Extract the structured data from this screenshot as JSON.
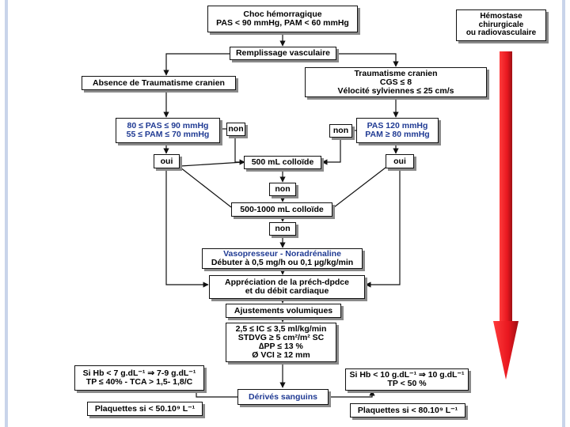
{
  "nodes": {
    "choc": [
      "Choc hémorragique",
      "PAS < 90 mmHg, PAM  < 60 mmHg"
    ],
    "hemostase": [
      "Hémostase",
      "chirurgicale",
      "ou radiovasculaire"
    ],
    "remplissage": [
      "Remplissage vasculaire"
    ],
    "absence_trauma": [
      "Absence de Traumatisme cranien"
    ],
    "trauma": [
      "Traumatisme cranien",
      "CGS ≤ 8",
      "Vélocité sylviennes  ≤ 25 cm/s"
    ],
    "target_left": [
      "80 ≤ PAS ≤ 90 mmHg",
      "55 ≤ PAM ≤ 70 mmHg"
    ],
    "target_right": [
      "PAS 120 mmHg",
      "PAM ≥ 80 mmHg"
    ],
    "non_left": [
      "non"
    ],
    "non_right": [
      "non"
    ],
    "oui_left": [
      "oui"
    ],
    "oui_right": [
      "oui"
    ],
    "colloide_500": [
      "500 mL colloïde"
    ],
    "non_mid1": [
      "non"
    ],
    "colloide_1000": [
      "500-1000 mL colloïde"
    ],
    "non_mid2": [
      "non"
    ],
    "vasopresseur": [
      "Vasopresseur - Noradrénaline",
      "Débuter à 0,5 mg/h ou 0,1 µg/kg/min"
    ],
    "appreciation": [
      "Appréciation de la préch-dpdce",
      "et du débit cardiaque"
    ],
    "ajustements": [
      "Ajustements volumiques"
    ],
    "hemodynamic": [
      "2,5 ≤ IC ≤ 3,5 ml/kg/min",
      "STDVG ≥ 5 cm²/m² SC",
      "∆PP ≤ 13 %",
      "Ø VCI ≥ 12 mm"
    ],
    "hb_left": [
      "Si Hb < 7 g.dL⁻¹ ⇒ 7-9 g.dL⁻¹",
      "TP ≤ 40% - TCA > 1,5- 1,8/C"
    ],
    "derives": [
      "Dérivés sanguins"
    ],
    "hb_right": [
      "Si Hb < 10 g.dL⁻¹ ⇒ 10 g.dL⁻¹",
      "TP < 50 %"
    ],
    "plaq_left": [
      "Plaquettes si < 50.10⁹ L⁻¹"
    ],
    "plaq_right": [
      "Plaquettes si < 80.10⁹ L⁻¹"
    ]
  },
  "colors": {
    "arrow": "#e8171f",
    "arrow_shade": "#9e0f14",
    "accent_text": "#1f3a93",
    "frame": "#c9d4ea"
  }
}
